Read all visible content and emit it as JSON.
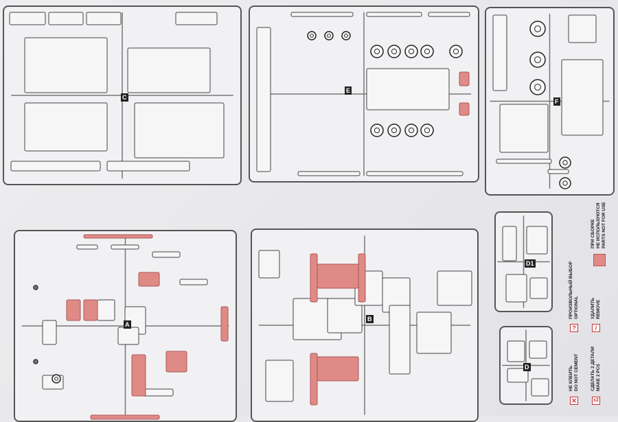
{
  "sprues": [
    {
      "letter": "C"
    },
    {
      "letter": "E"
    },
    {
      "letter": "F"
    },
    {
      "letter": "A"
    },
    {
      "letter": "B"
    },
    {
      "letter": "D1"
    },
    {
      "letter": "D"
    }
  ],
  "legend": {
    "do_not_cement": {
      "ru": "НЕ КЛЕИТЬ",
      "en": "DO NOT CEMENT"
    },
    "make_2": {
      "ru": "СДЕЛАТЬ 2 ДЕТАЛИ",
      "en": "MAKE 2 PCS",
      "icon": "x2"
    },
    "optional": {
      "ru": "ПРОИЗВОЛЬНЫЙ ВЫБОР",
      "en": "OPTIONAL",
      "icon": "?"
    },
    "remove": {
      "ru": "УДАЛИТЬ",
      "en": "REMOVE"
    },
    "not_for_use": {
      "ru1": "ПРИ СБОРКЕ",
      "ru2": "НЕ ИСПОЛЬЗУЮТСЯ",
      "en": "PARTS NOT FOR USE"
    }
  },
  "colors": {
    "unused": "#e08a86",
    "frame": "#555555",
    "warn": "#cc3333"
  }
}
